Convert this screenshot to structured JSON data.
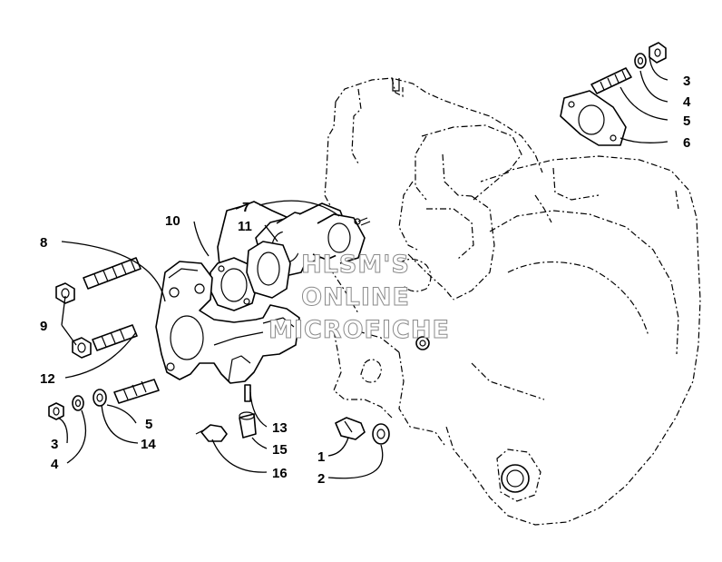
{
  "watermark": {
    "line1": "HLSM'S",
    "line2": "ONLINE",
    "line3": "MICROFICHE"
  },
  "callouts": {
    "c1": "1",
    "c2": "2",
    "c3a": "3",
    "c3b": "3",
    "c4a": "4",
    "c4b": "4",
    "c5a": "5",
    "c5b": "5",
    "c6": "6",
    "c7": "7",
    "c8": "8",
    "c9": "9",
    "c10": "10",
    "c11": "11",
    "c12": "12",
    "c13": "13",
    "c14": "14",
    "c15": "15",
    "c16": "16"
  }
}
